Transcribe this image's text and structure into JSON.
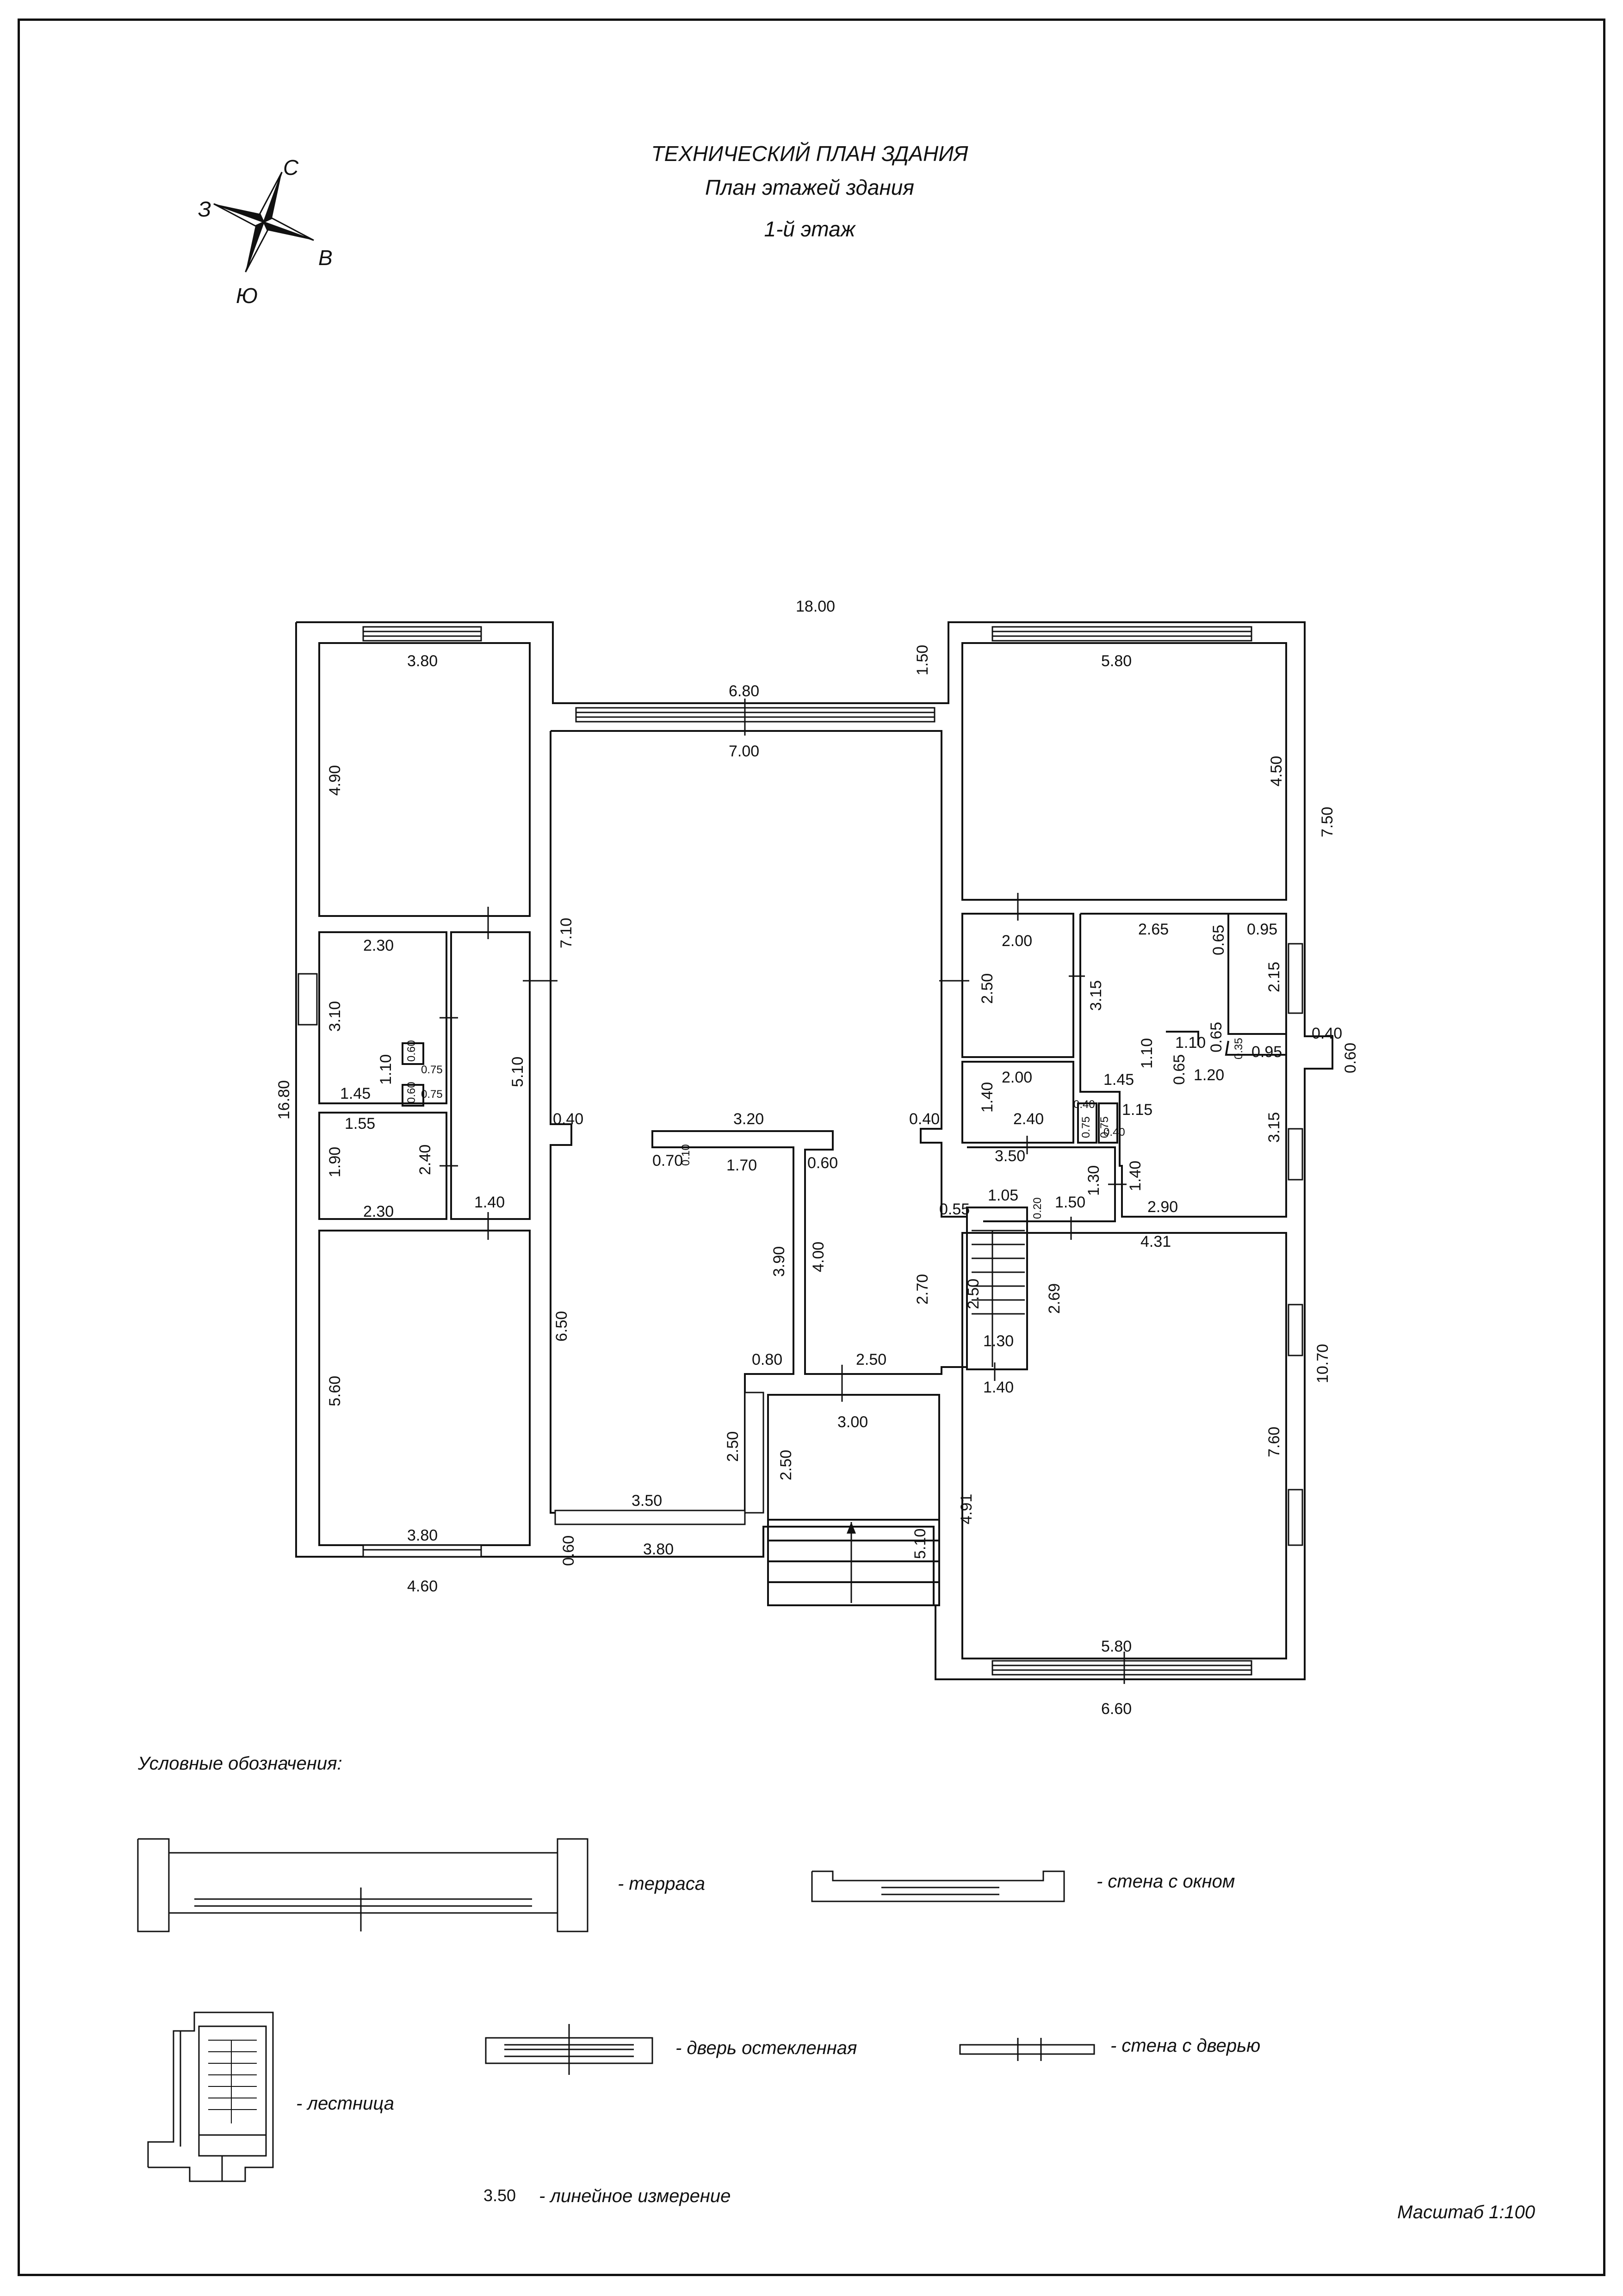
{
  "title": {
    "line1": "ТЕХНИЧЕСКИЙ ПЛАН ЗДАНИЯ",
    "line2": "План этажей здания",
    "line3": "1-й этаж"
  },
  "compass": {
    "north": "С",
    "south": "Ю",
    "east": "В",
    "west": "З"
  },
  "dimensions": {
    "overall_top": "18.00",
    "overall_left": "16.80",
    "r1_width": "3.80",
    "r1_height": "4.90",
    "terrace_width": "6.80",
    "terrace_depth": "1.50",
    "hall_width": "7.00",
    "hall_height": "7.10",
    "ne_width": "5.80",
    "ne_height": "4.50",
    "east_wall": "7.50",
    "w_small1_width": "2.30",
    "w_small1_height": "3.10",
    "corridor_height": "5.10",
    "corridor_width": "1.40",
    "wc_w": "1.45",
    "wc_h": "1.10",
    "wc_a": "0.60",
    "wc_b": "0.75",
    "wc_c": "0.60",
    "wc_d": "0.75",
    "w_small2_top": "1.55",
    "w_small2_height": "1.90",
    "w_small2_width": "2.30",
    "w_small2_side": "2.40",
    "sw_width": "3.80",
    "sw_height": "5.60",
    "sw_outer": "4.60",
    "west_offset": "0.40",
    "hall_lower": "6.50",
    "partition_top": "3.20",
    "partition_left": "0.70",
    "partition_thin": "0.10",
    "partition_inner": "1.70",
    "partition_right": "0.60",
    "partition_h": "3.90",
    "partition_h2": "4.00",
    "partition_foot": "0.80",
    "partition_gap": "2.50",
    "vest_width": "3.00",
    "vest_depth": "2.50",
    "vest_depth2": "2.50",
    "hall_bottom": "3.50",
    "hall_bottom_outer": "3.80",
    "hall_bottom_off": "0.60",
    "porch_depth": "5.10",
    "e_room_width": "2.00",
    "e_room_height": "2.50",
    "ce_width": "2.65",
    "ce_a": "0.65",
    "ce_b": "0.95",
    "ce_c": "2.15",
    "ce_d": "3.15",
    "ce_e": "1.10",
    "ce_f": "0.65",
    "ce_g": "0.35",
    "ce_h": "0.95",
    "ce_i": "1.45",
    "ce_j": "1.10",
    "ce_k": "0.65",
    "ce_l": "1.20",
    "ce_m": "1.15",
    "ce_n": "3.15",
    "e_off": "0.40",
    "e_off2": "0.60",
    "store_w": "2.00",
    "store_h": "1.40",
    "store_b": "2.40",
    "st_a": "0.40",
    "st_b": "0.75",
    "st_c": "0.75",
    "st_d": "0.40",
    "hall_off_e": "0.40",
    "hall_e_w": "3.50",
    "hall_e_h": "1.30",
    "hall_e_h2": "1.40",
    "hall_e_w2": "2.90",
    "stair_top": "1.05",
    "stair_off": "0.55",
    "stair_thin": "0.20",
    "stair_b": "1.50",
    "stair_h": "2.70",
    "stair_inner": "2.50",
    "stair_w": "1.30",
    "stair_bw": "1.40",
    "stair_side": "2.69",
    "se_top": "4.31",
    "se_width": "5.80",
    "se_height": "7.60",
    "se_left": "4.91",
    "se_outer": "6.60",
    "se_side": "10.70"
  },
  "legend": {
    "heading": "Условные обозначения:",
    "terrace": "- терраса",
    "wall_window": "- стена с окном",
    "glazed_door": "- дверь остекленная",
    "wall_door": "- стена с дверью",
    "stairs": "- лестница",
    "sample_number": "3.50",
    "linear": "- линейное измерение"
  },
  "scale": "Масштаб 1:100"
}
